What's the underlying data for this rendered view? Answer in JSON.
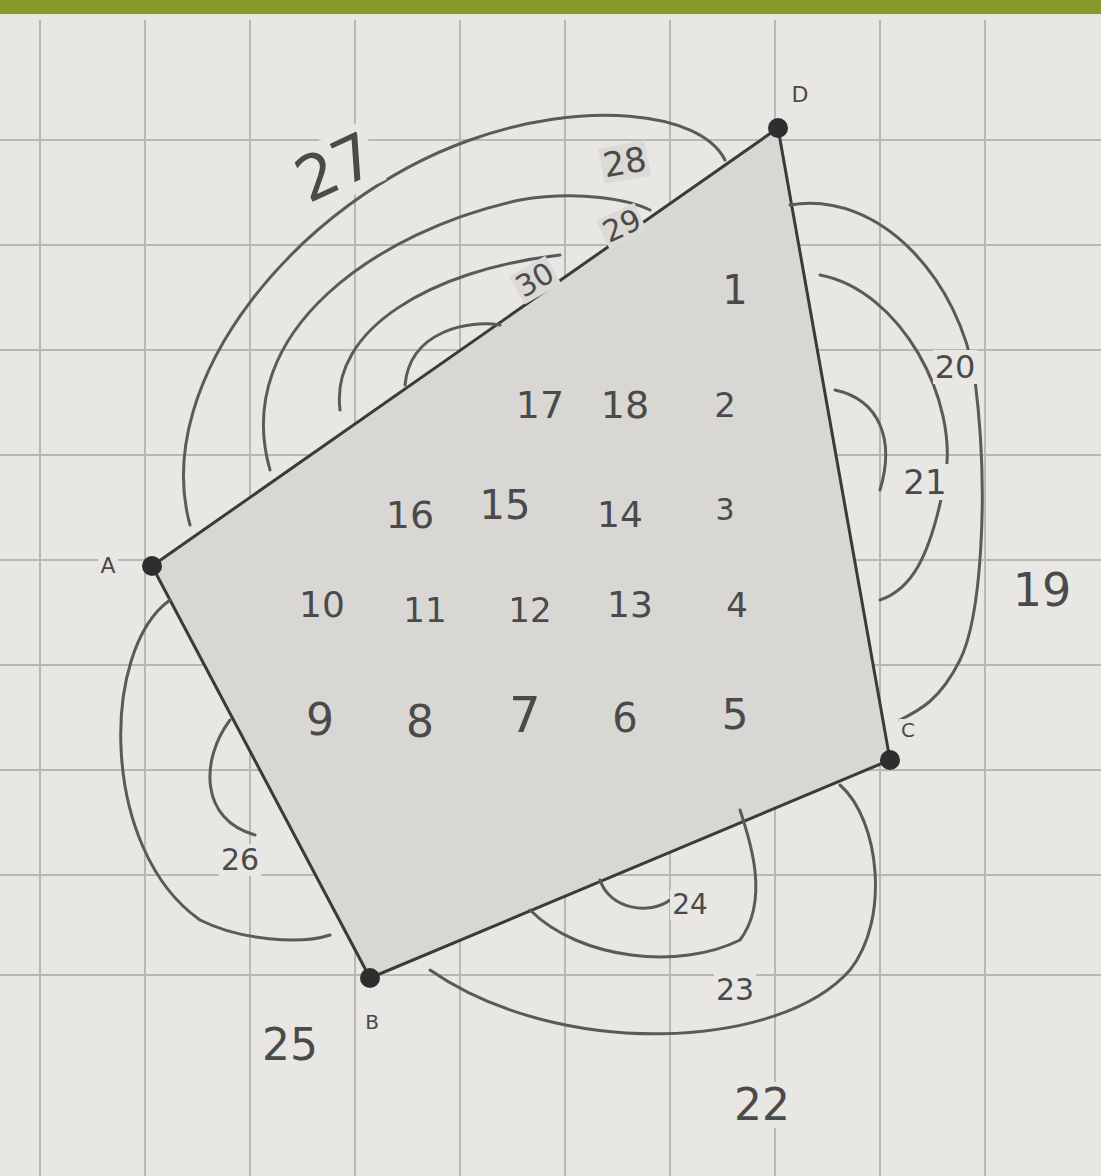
{
  "diagram": {
    "labels": [
      "D",
      "27",
      "28",
      "29",
      "30",
      "1",
      "17",
      "18",
      "2",
      "20",
      "16",
      "15",
      "14",
      "3",
      "21",
      "A",
      "10",
      "11",
      "12",
      "13",
      "4",
      "19",
      "9",
      "8",
      "7",
      "6",
      "5",
      "C",
      "26",
      "24",
      "23",
      "25",
      "B",
      "22"
    ]
  }
}
